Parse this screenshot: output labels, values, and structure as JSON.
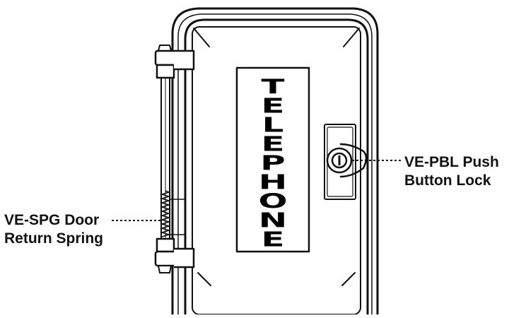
{
  "sign": {
    "letters": [
      "T",
      "E",
      "L",
      "E",
      "P",
      "H",
      "O",
      "N",
      "E"
    ]
  },
  "labels": {
    "lock_line1": "VE-PBL Push",
    "lock_line2": "Button Lock",
    "spring_line1": "VE-SPG Door",
    "spring_line2": "Return Spring"
  },
  "colors": {
    "outline": "#111111",
    "background": "#ffffff"
  }
}
